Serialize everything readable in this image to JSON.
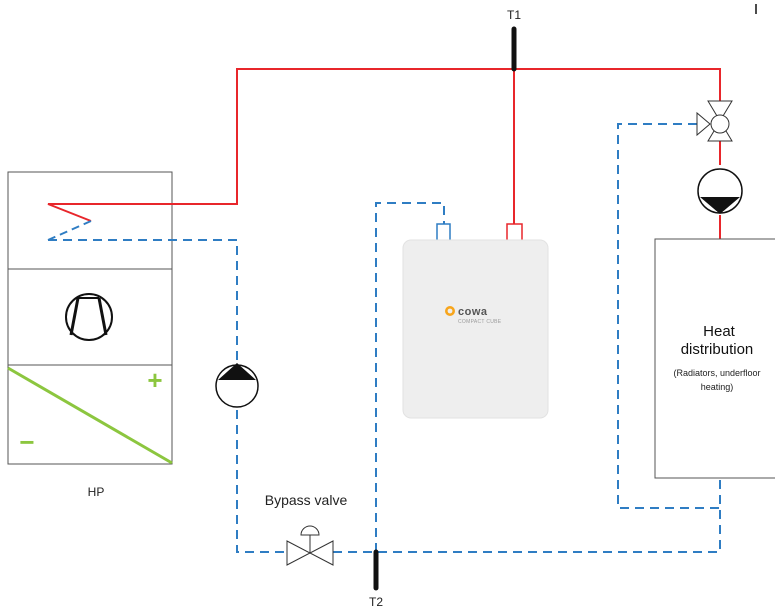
{
  "header_text": "y... ... ... ... ... ... ... ... ... ...",
  "labels": {
    "t1": "T1",
    "t2": "T2",
    "hp": "HP",
    "bypass": "Bypass valve",
    "heat_title_line1": "Heat",
    "heat_title_line2": "distribution",
    "heat_sub_line1": "(Radiators, underfloor",
    "heat_sub_line2": "heating)",
    "plus": "+",
    "minus": "−",
    "cube_brand": "cowa",
    "cube_model": "COMPACT CUBE"
  },
  "colors": {
    "supply_line": "#e8262b",
    "return_line": "#2f7dc3",
    "outline": "#555555",
    "green": "#8cc63f",
    "sensor": "#111111"
  }
}
